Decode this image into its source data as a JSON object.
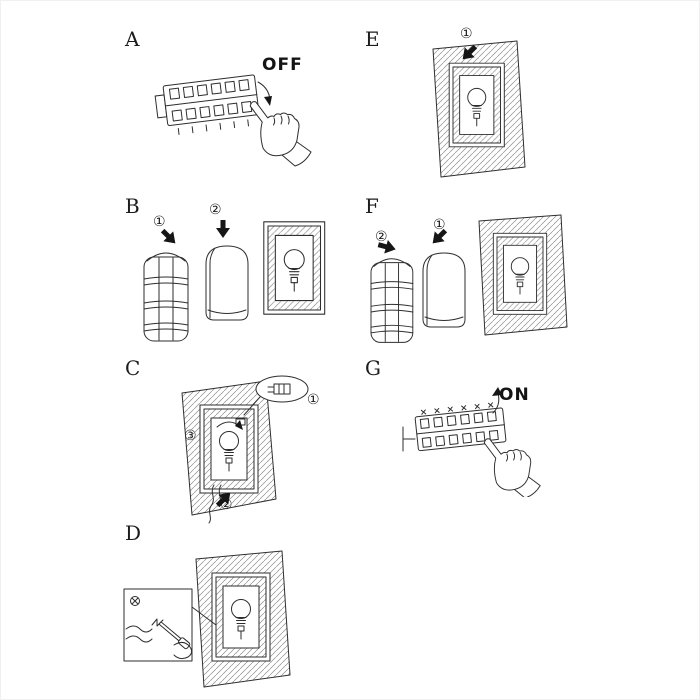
{
  "diagram": {
    "panels": [
      {
        "label": "A",
        "caption": "OFF",
        "illustration": [
          "circuit-breaker-strip",
          "hand",
          "off-arrow"
        ]
      },
      {
        "label": "B",
        "step1": "①",
        "step2": "②",
        "illustration": [
          "wire-guard",
          "diffuser-cover",
          "wall-fixture"
        ]
      },
      {
        "label": "C",
        "step1": "①",
        "step2": "②",
        "step3": "③",
        "illustration": [
          "hatched-wall",
          "wall-fixture",
          "connector-detail-ellipse",
          "wires",
          "rotate-arrow"
        ]
      },
      {
        "label": "D",
        "illustration": [
          "hatched-wall",
          "wall-fixture",
          "wiring-detail-inset",
          "screwdriver",
          "hand"
        ]
      },
      {
        "label": "E",
        "step1": "①",
        "illustration": [
          "hatched-wall",
          "wall-fixture",
          "insert-arrow"
        ]
      },
      {
        "label": "F",
        "step1": "①",
        "step2": "②",
        "illustration": [
          "wire-guard",
          "diffuser-cover",
          "hatched-wall",
          "wall-fixture"
        ]
      },
      {
        "label": "G",
        "caption": "ON",
        "illustration": [
          "circuit-breaker-strip",
          "hand",
          "on-arrow"
        ]
      }
    ]
  }
}
